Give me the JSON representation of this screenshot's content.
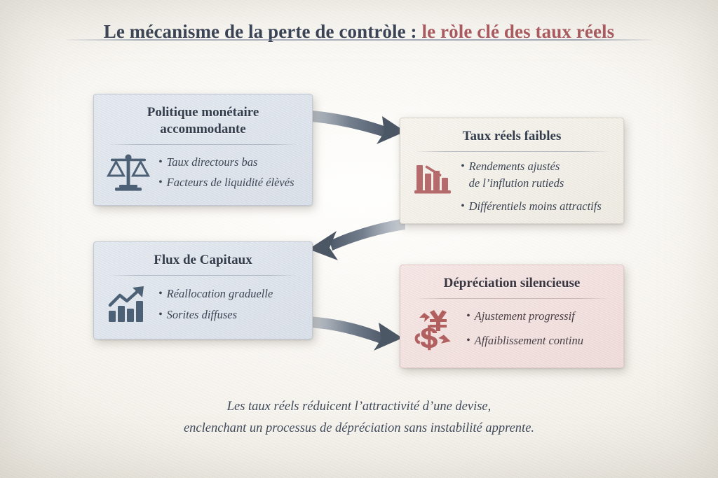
{
  "title": {
    "main": "Le mécanisme de la perte de contròle : ",
    "accent": "le ròle clé des taux réels"
  },
  "colors": {
    "page_background": "#efece5",
    "title_dark": "#3b4454",
    "title_accent": "#a85a5e",
    "card_blue": "#dde3eb",
    "card_cream": "#f1eee7",
    "card_pink": "#f0dedc",
    "icon_blue": "#4d6176",
    "icon_red": "#b56a6b",
    "arrow": "#4a5565",
    "body_text": "#3c4554"
  },
  "cards": [
    {
      "id": "politique-monetaire",
      "title": "Politique monétaire\naccommodante",
      "style": "blue",
      "icon": "balance-scale-icon",
      "bullets": [
        "Taux directours bas",
        "Facteurs de liquidité élèvés"
      ]
    },
    {
      "id": "taux-reels-faibles",
      "title": "Taux réels faibles",
      "style": "cream",
      "icon": "declining-bar-chart-icon",
      "bullets": [
        "Rendements ajustés\nde l’inflution rutieds",
        "Différentiels moins attractifs"
      ]
    },
    {
      "id": "flux-de-capitaux",
      "title": "Flux de Capitaux",
      "style": "blue",
      "icon": "rising-bar-chart-icon",
      "bullets": [
        "Réallocation graduelle",
        "Sorites diffuses"
      ]
    },
    {
      "id": "depreciation-silencieuse",
      "title": "Dépréciation silencieuse",
      "style": "pink",
      "icon": "currency-exchange-icon",
      "bullets": [
        "Ajustement progressif",
        "Affaiblissement continu"
      ]
    }
  ],
  "arrows": [
    {
      "id": "arrow-1",
      "from": "politique-monetaire",
      "to": "taux-reels-faibles",
      "direction": "right-down"
    },
    {
      "id": "arrow-2",
      "from": "taux-reels-faibles",
      "to": "flux-de-capitaux",
      "direction": "left-down"
    },
    {
      "id": "arrow-3",
      "from": "flux-de-capitaux",
      "to": "depreciation-silencieuse",
      "direction": "right-down"
    }
  ],
  "footer": {
    "line1": "Les taux réels réduicent l’attractivité d’une devise,",
    "line2": "enclenchant un processus de dépréciation sans instabilité apprente."
  },
  "bullet_marker": "•"
}
